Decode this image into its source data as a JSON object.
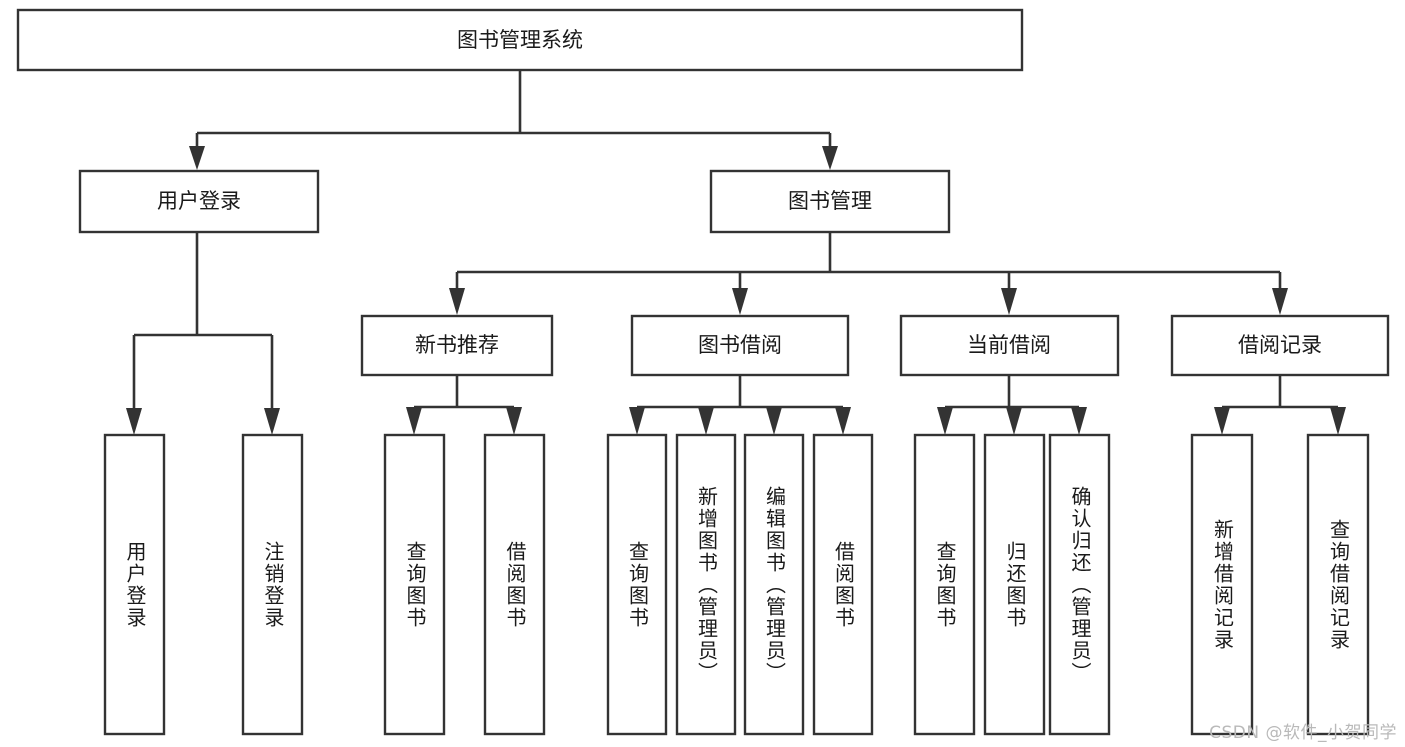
{
  "diagram": {
    "type": "tree",
    "title": "图书管理系统",
    "watermark": "CSDN @软件_小贺同学",
    "colors": {
      "box_fill": "#ffffff",
      "box_stroke": "#333333",
      "text": "#1a1a1a",
      "background": "#ffffff",
      "watermark": "#b9b9b9"
    },
    "root": {
      "label": "图书管理系统"
    },
    "level2": [
      {
        "label": "用户登录"
      },
      {
        "label": "图书管理"
      }
    ],
    "level3": [
      {
        "label": "新书推荐"
      },
      {
        "label": "图书借阅"
      },
      {
        "label": "当前借阅"
      },
      {
        "label": "借阅记录"
      }
    ],
    "leaves_user_login": [
      {
        "label": "用户登录"
      },
      {
        "label": "注销登录"
      }
    ],
    "leaves_new_book": [
      {
        "label": "查询图书"
      },
      {
        "label": "借阅图书"
      }
    ],
    "leaves_borrow": [
      {
        "label": "查询图书"
      },
      {
        "label": "新增图书（管理员）"
      },
      {
        "label": "编辑图书（管理员）"
      },
      {
        "label": "借阅图书"
      }
    ],
    "leaves_current": [
      {
        "label": "查询图书"
      },
      {
        "label": "归还图书"
      },
      {
        "label": "确认归还（管理员）"
      }
    ],
    "leaves_records": [
      {
        "label": "新增借阅记录"
      },
      {
        "label": "查询借阅记录"
      }
    ]
  }
}
